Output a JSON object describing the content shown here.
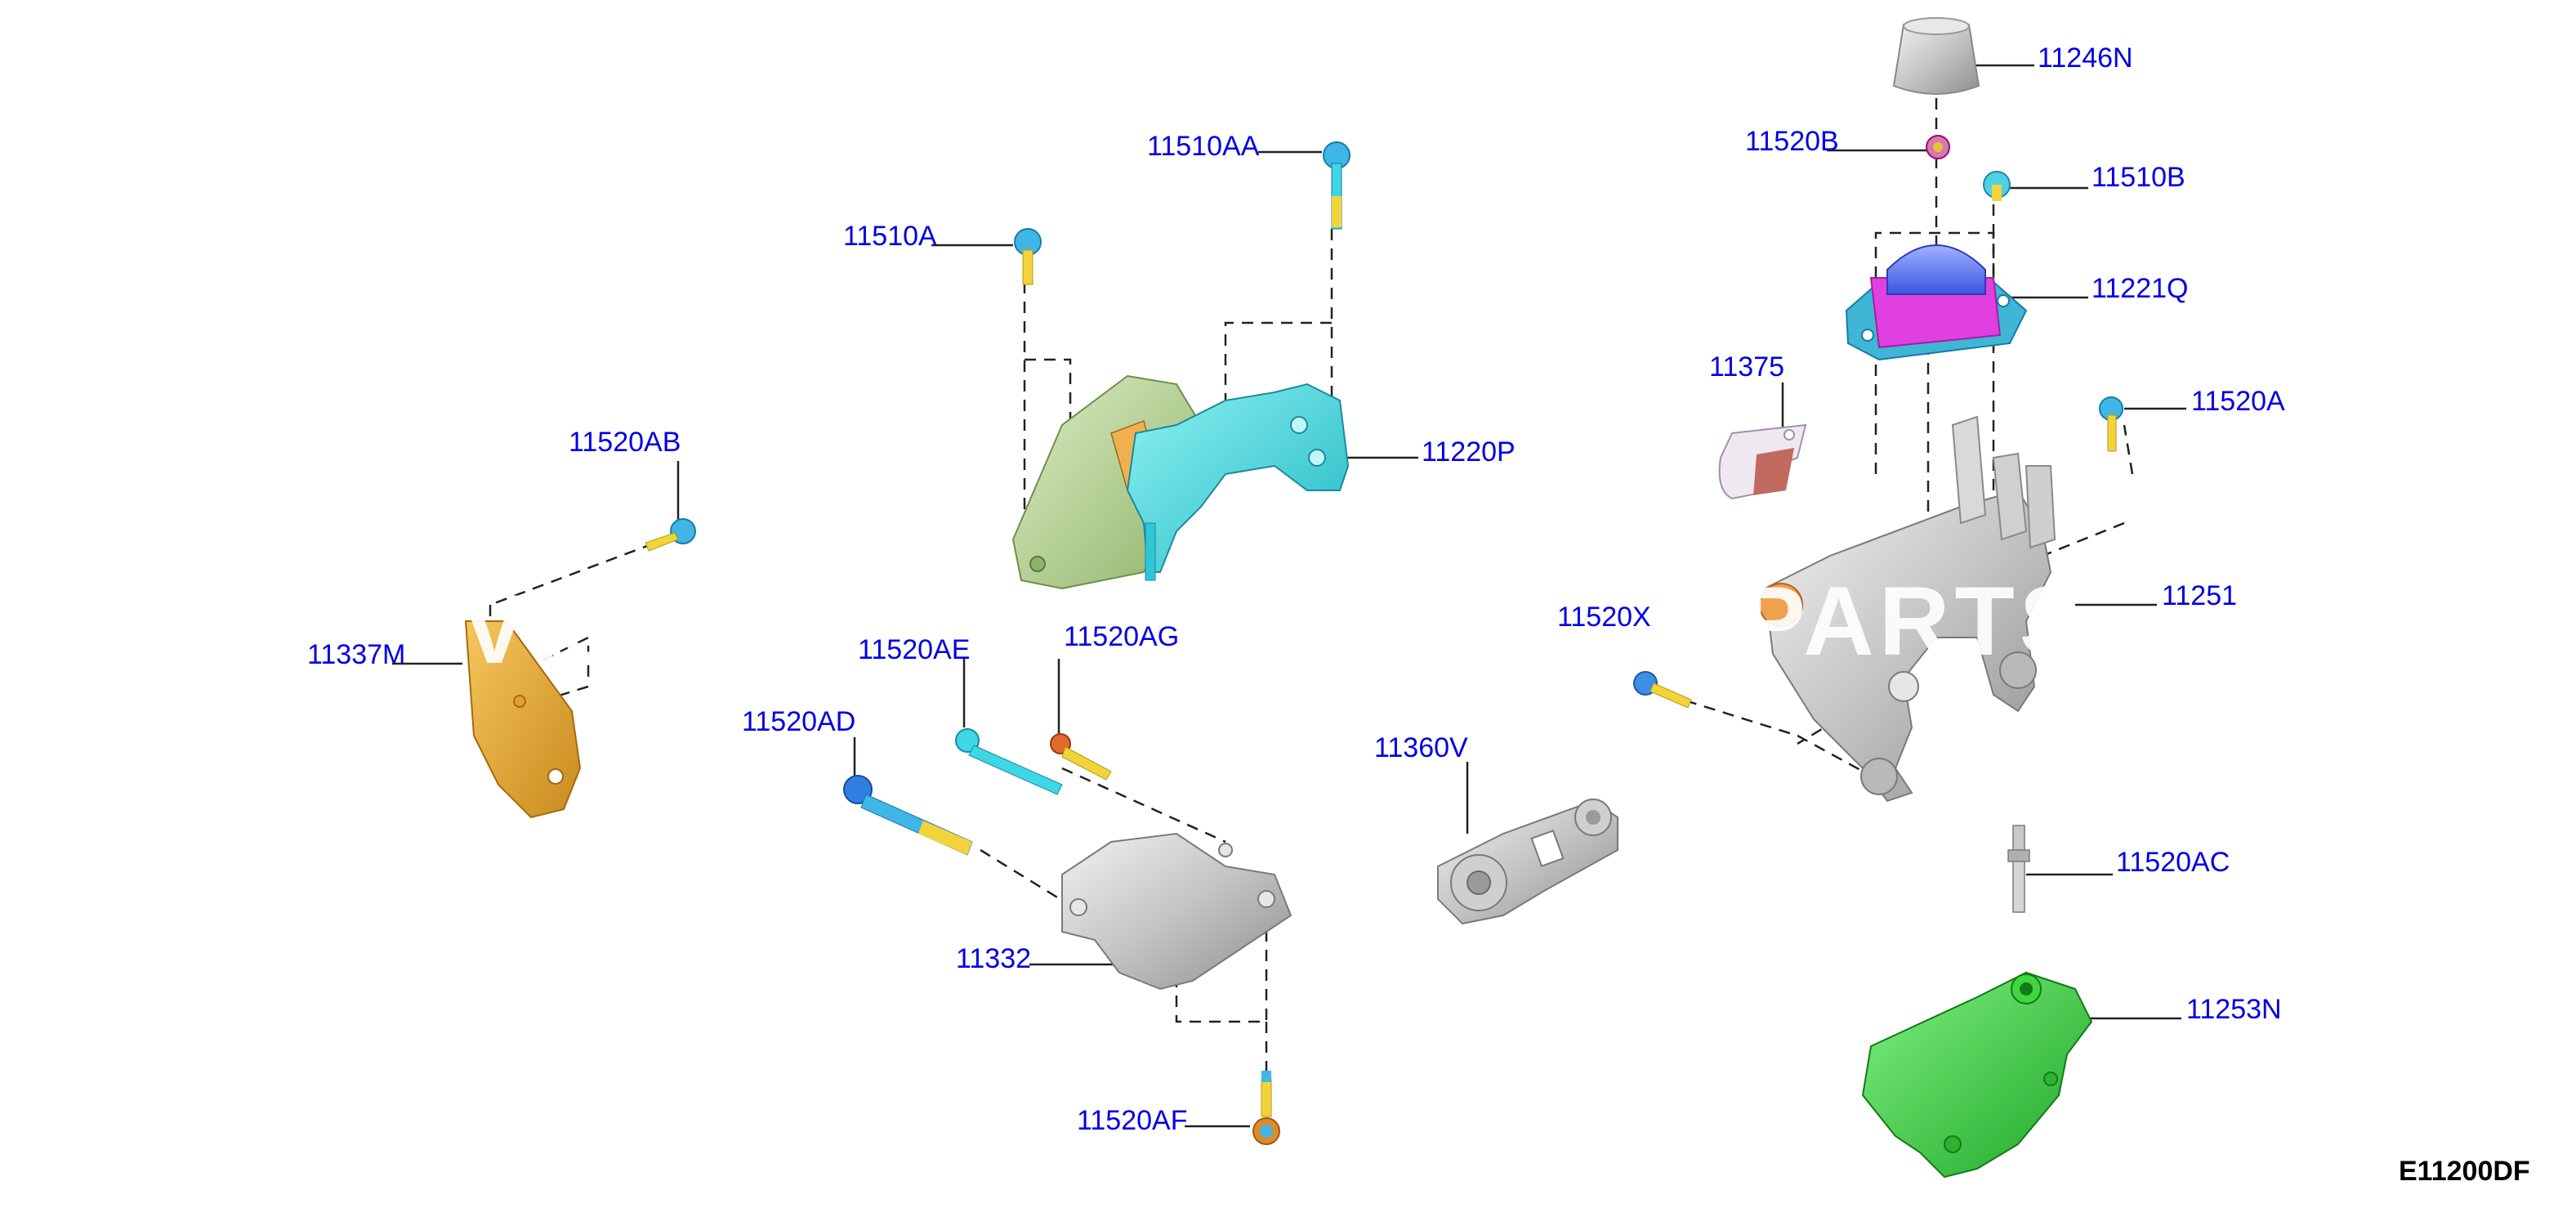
{
  "diagram": {
    "code": "E11200DF",
    "watermark": {
      "left": "VIS",
      "right": "PARTS"
    },
    "callouts": {
      "c11246N": "11246N",
      "c11520B": "11520B",
      "c11510B": "11510B",
      "c11221Q": "11221Q",
      "c11375": "11375",
      "c11520A": "11520A",
      "c11510AA": "11510AA",
      "c11510A": "11510A",
      "c11220P": "11220P",
      "c11520AB": "11520AB",
      "c11337": "11337M",
      "c11520AE": "11520AE",
      "c11520AG": "11520AG",
      "c11520AD": "11520AD",
      "c11360V": "11360V",
      "c11520X": "11520X",
      "c11251": "11251",
      "c11332": "11332",
      "c11520AC": "11520AC",
      "c11253N": "11253N",
      "c11520AF": "11520AF"
    },
    "colors": {
      "label": "#0000e6",
      "mount_tan": "#e3a93a",
      "mount_olive": "#b9d79a",
      "bracket_cyan": "#3fd6d6",
      "insulator_magenta": "#e040e0",
      "insulator_blue": "#4f6df0",
      "casting_grey": "#c8c8c8",
      "bracket_green": "#35d63a",
      "bolt_blue": "#2f8ee0",
      "bolt_yellow": "#f2d43a"
    }
  }
}
